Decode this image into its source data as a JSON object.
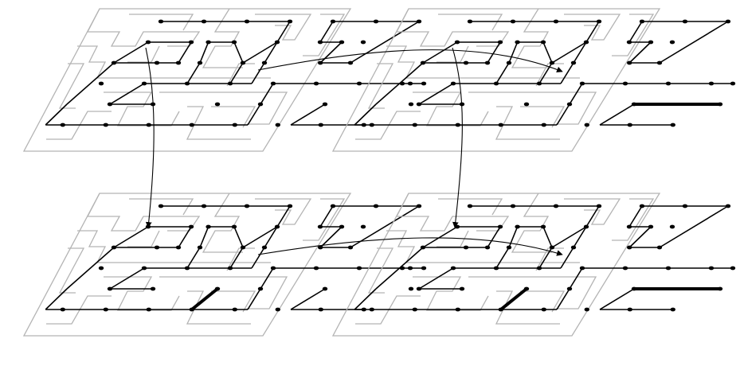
{
  "figure": {
    "panel_count": 4,
    "panels": [
      {
        "id": "top-left",
        "bold_edges": []
      },
      {
        "id": "top-right",
        "bold_edges": [
          [
            [
              6,
              5
            ],
            [
              8,
              5
            ]
          ]
        ]
      },
      {
        "id": "bottom-left",
        "bold_edges": [
          [
            [
              3.2,
              6
            ],
            [
              3.5,
              5
            ]
          ]
        ]
      },
      {
        "id": "bottom-right",
        "bold_edges": [
          [
            [
              3.2,
              6
            ],
            [
              3.5,
              5
            ]
          ],
          [
            [
              6,
              5
            ],
            [
              8,
              5
            ]
          ]
        ]
      }
    ],
    "tree": {
      "nodes": [
        [
          1,
          1
        ],
        [
          2,
          1
        ],
        [
          3,
          1
        ],
        [
          4,
          1
        ],
        [
          5,
          1
        ],
        [
          6,
          1
        ],
        [
          7,
          1
        ],
        [
          1,
          2
        ],
        [
          2,
          2
        ],
        [
          2.4,
          2
        ],
        [
          3,
          2
        ],
        [
          4,
          2
        ],
        [
          5,
          2
        ],
        [
          5.5,
          2
        ],
        [
          6,
          2
        ],
        [
          0.5,
          3
        ],
        [
          1.5,
          3
        ],
        [
          2,
          3
        ],
        [
          2.5,
          3
        ],
        [
          3.5,
          3
        ],
        [
          4,
          3
        ],
        [
          5.3,
          3
        ],
        [
          6,
          3
        ],
        [
          0.5,
          4
        ],
        [
          1.5,
          4
        ],
        [
          2.5,
          4
        ],
        [
          3.5,
          4
        ],
        [
          4.5,
          4
        ],
        [
          5.5,
          4
        ],
        [
          6.5,
          4
        ],
        [
          7.5,
          4
        ],
        [
          8,
          4
        ],
        [
          1,
          5
        ],
        [
          2,
          5
        ],
        [
          3.5,
          5
        ],
        [
          4.5,
          5
        ],
        [
          6,
          5
        ],
        [
          8,
          5
        ],
        [
          0.2,
          6
        ],
        [
          1.2,
          6
        ],
        [
          2.2,
          6
        ],
        [
          3.2,
          6
        ],
        [
          4.2,
          6
        ],
        [
          5.2,
          6
        ],
        [
          6.2,
          6
        ],
        [
          7.2,
          6
        ]
      ],
      "edges": [
        [
          [
            1,
            1
          ],
          [
            4,
            1
          ]
        ],
        [
          [
            4,
            1
          ],
          [
            4,
            2
          ]
        ],
        [
          [
            5,
            1
          ],
          [
            7,
            1
          ]
        ],
        [
          [
            5,
            1
          ],
          [
            5,
            2
          ]
        ],
        [
          [
            7,
            1
          ],
          [
            6,
            3
          ]
        ],
        [
          [
            1,
            2
          ],
          [
            2,
            2
          ]
        ],
        [
          [
            1,
            2
          ],
          [
            0.5,
            3
          ]
        ],
        [
          [
            2,
            2
          ],
          [
            2,
            3
          ]
        ],
        [
          [
            2.4,
            2
          ],
          [
            3,
            2
          ]
        ],
        [
          [
            2.4,
            2
          ],
          [
            2.5,
            3
          ]
        ],
        [
          [
            3,
            2
          ],
          [
            3.5,
            3
          ]
        ],
        [
          [
            4,
            2
          ],
          [
            3.5,
            3
          ]
        ],
        [
          [
            4,
            2
          ],
          [
            4,
            3
          ]
        ],
        [
          [
            5,
            2
          ],
          [
            5.5,
            2
          ]
        ],
        [
          [
            5.5,
            2
          ],
          [
            5.3,
            3
          ]
        ],
        [
          [
            5.3,
            3
          ],
          [
            6,
            3
          ]
        ],
        [
          [
            0.5,
            3
          ],
          [
            2,
            3
          ]
        ],
        [
          [
            2.5,
            3
          ],
          [
            2.5,
            4
          ]
        ],
        [
          [
            3.5,
            3
          ],
          [
            3.5,
            4
          ]
        ],
        [
          [
            0.5,
            3
          ],
          [
            0,
            5
          ]
        ],
        [
          [
            1.5,
            4
          ],
          [
            4,
            4
          ]
        ],
        [
          [
            4,
            4
          ],
          [
            4,
            3
          ]
        ],
        [
          [
            1.5,
            4
          ],
          [
            1,
            5
          ]
        ],
        [
          [
            1,
            5
          ],
          [
            2,
            5
          ]
        ],
        [
          [
            4.5,
            4
          ],
          [
            8,
            4
          ]
        ],
        [
          [
            4.5,
            4
          ],
          [
            4.5,
            5
          ]
        ],
        [
          [
            0,
            5
          ],
          [
            -0.2,
            6
          ]
        ],
        [
          [
            -0.2,
            6
          ],
          [
            4.5,
            6
          ]
        ],
        [
          [
            4.5,
            6
          ],
          [
            4.5,
            5
          ]
        ],
        [
          [
            6,
            5
          ],
          [
            5.5,
            6
          ]
        ],
        [
          [
            5.5,
            6
          ],
          [
            7.2,
            6
          ]
        ]
      ]
    }
  }
}
